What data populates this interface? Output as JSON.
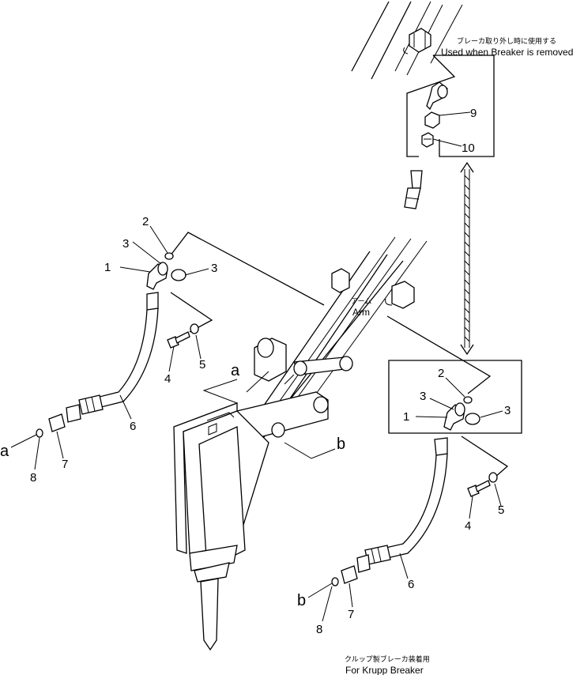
{
  "captions": {
    "top_jp": "ブレーカ取り外し時に使用する",
    "top_en": "Used when Breaker is removed",
    "arm_jp": "アーム",
    "arm_en": "Arm",
    "bottom_jp": "クルップ製ブレーカ装着用",
    "bottom_en": "For Krupp Breaker"
  },
  "callouts": {
    "upper": {
      "p9": "9",
      "p10": "10"
    },
    "left": {
      "p1": "1",
      "p2": "2",
      "p3a": "3",
      "p3b": "3",
      "p4": "4",
      "p5": "5",
      "p6": "6",
      "p7": "7",
      "p8": "8"
    },
    "right": {
      "p1": "1",
      "p2": "2",
      "p3a": "3",
      "p3b": "3",
      "p4": "4",
      "p5": "5",
      "p6": "6",
      "p7": "7",
      "p8": "8"
    }
  },
  "refs": {
    "a": "a",
    "b": "b"
  }
}
